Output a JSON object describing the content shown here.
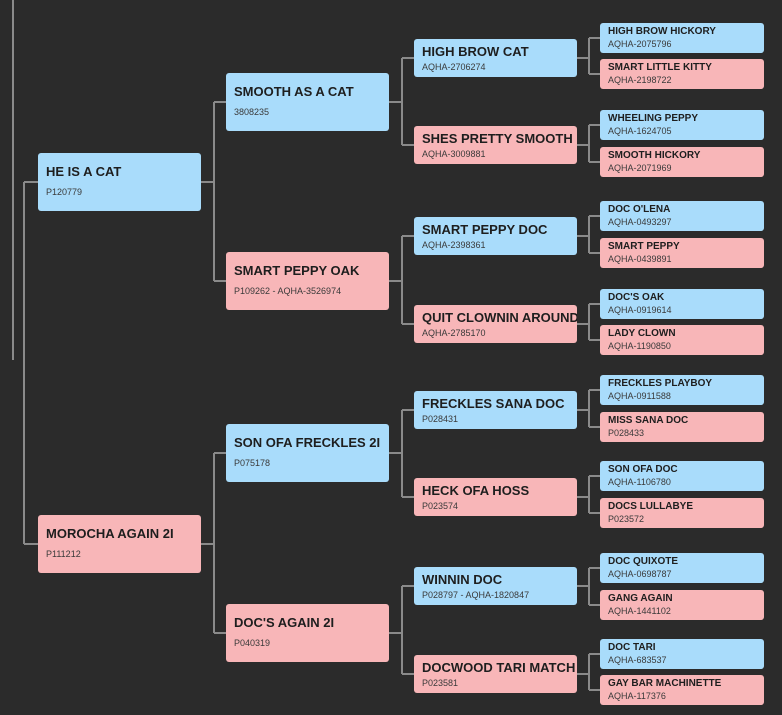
{
  "pedigree": [
    {
      "id": "n1",
      "gen": 1,
      "sex": "sire",
      "name": "HE IS A CAT",
      "reg": "P120779"
    },
    {
      "id": "n2",
      "gen": 1,
      "sex": "dam",
      "name": "MOROCHA AGAIN 2I",
      "reg": "P111212"
    },
    {
      "id": "n3",
      "gen": 2,
      "sex": "sire",
      "name": "SMOOTH AS A CAT",
      "reg": "3808235"
    },
    {
      "id": "n4",
      "gen": 2,
      "sex": "dam",
      "name": "SMART PEPPY OAK",
      "reg": "P109262 - AQHA-3526974"
    },
    {
      "id": "n5",
      "gen": 2,
      "sex": "sire",
      "name": "SON OFA FRECKLES 2I",
      "reg": "P075178"
    },
    {
      "id": "n6",
      "gen": 2,
      "sex": "dam",
      "name": "DOC'S AGAIN 2I",
      "reg": "P040319"
    },
    {
      "id": "n7",
      "gen": 3,
      "sex": "sire",
      "name": "HIGH BROW CAT",
      "reg": "AQHA-2706274"
    },
    {
      "id": "n8",
      "gen": 3,
      "sex": "dam",
      "name": "SHES PRETTY SMOOTH",
      "reg": "AQHA-3009881"
    },
    {
      "id": "n9",
      "gen": 3,
      "sex": "sire",
      "name": "SMART PEPPY DOC",
      "reg": "AQHA-2398361"
    },
    {
      "id": "n10",
      "gen": 3,
      "sex": "dam",
      "name": "QUIT CLOWNIN AROUND",
      "reg": "AQHA-2785170"
    },
    {
      "id": "n11",
      "gen": 3,
      "sex": "sire",
      "name": "FRECKLES SANA DOC",
      "reg": "P028431"
    },
    {
      "id": "n12",
      "gen": 3,
      "sex": "dam",
      "name": "HECK OFA HOSS",
      "reg": "P023574"
    },
    {
      "id": "n13",
      "gen": 3,
      "sex": "sire",
      "name": "WINNIN DOC",
      "reg": "P028797 - AQHA-1820847"
    },
    {
      "id": "n14",
      "gen": 3,
      "sex": "dam",
      "name": "DOCWOOD TARI MATCH",
      "reg": "P023581"
    },
    {
      "id": "n15",
      "gen": 4,
      "sex": "sire",
      "name": "HIGH BROW HICKORY",
      "reg": "AQHA-2075796"
    },
    {
      "id": "n16",
      "gen": 4,
      "sex": "dam",
      "name": "SMART LITTLE KITTY",
      "reg": "AQHA-2198722"
    },
    {
      "id": "n17",
      "gen": 4,
      "sex": "sire",
      "name": "WHEELING PEPPY",
      "reg": "AQHA-1624705"
    },
    {
      "id": "n18",
      "gen": 4,
      "sex": "dam",
      "name": "SMOOTH HICKORY",
      "reg": "AQHA-2071969"
    },
    {
      "id": "n19",
      "gen": 4,
      "sex": "sire",
      "name": "DOC O'LENA",
      "reg": "AQHA-0493297"
    },
    {
      "id": "n20",
      "gen": 4,
      "sex": "dam",
      "name": "SMART PEPPY",
      "reg": "AQHA-0439891"
    },
    {
      "id": "n21",
      "gen": 4,
      "sex": "sire",
      "name": "DOC'S OAK",
      "reg": "AQHA-0919614"
    },
    {
      "id": "n22",
      "gen": 4,
      "sex": "dam",
      "name": "LADY CLOWN",
      "reg": "AQHA-1190850"
    },
    {
      "id": "n23",
      "gen": 4,
      "sex": "sire",
      "name": "FRECKLES PLAYBOY",
      "reg": "AQHA-0911588"
    },
    {
      "id": "n24",
      "gen": 4,
      "sex": "dam",
      "name": "MISS SANA DOC",
      "reg": "P028433"
    },
    {
      "id": "n25",
      "gen": 4,
      "sex": "sire",
      "name": "SON OFA DOC",
      "reg": "AQHA-1106780"
    },
    {
      "id": "n26",
      "gen": 4,
      "sex": "dam",
      "name": "DOCS LULLABYE",
      "reg": "P023572"
    },
    {
      "id": "n27",
      "gen": 4,
      "sex": "sire",
      "name": "DOC QUIXOTE",
      "reg": "AQHA-0698787"
    },
    {
      "id": "n28",
      "gen": 4,
      "sex": "dam",
      "name": "GANG AGAIN",
      "reg": "AQHA-1441102"
    },
    {
      "id": "n29",
      "gen": 4,
      "sex": "sire",
      "name": "DOC TARI",
      "reg": "AQHA-683537"
    },
    {
      "id": "n30",
      "gen": 4,
      "sex": "dam",
      "name": "GAY BAR MACHINETTE",
      "reg": "AQHA-117376"
    }
  ],
  "colors": {
    "sire": "#a9dcfb",
    "dam": "#f8b6b8",
    "background": "#2b2b2b",
    "connector": "#8a8a8a"
  }
}
